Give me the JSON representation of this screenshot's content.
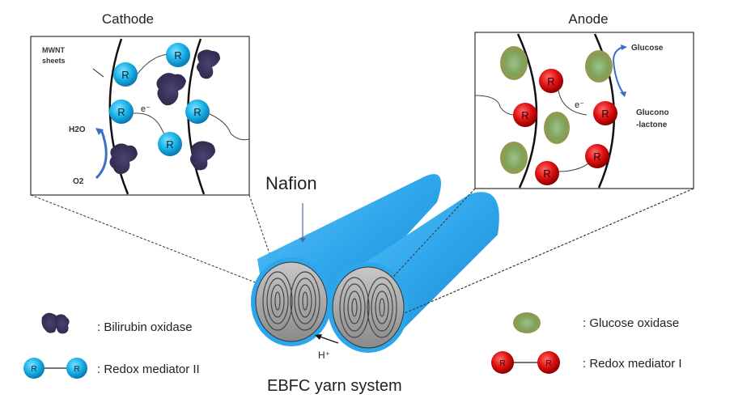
{
  "cathode": {
    "title": "Cathode",
    "mwnt_label_1": "MWNT",
    "mwnt_label_2": "sheets",
    "electron_label": "e⁻",
    "h2o_label": "H2O",
    "o2_label": "O2",
    "mediator_letter": "R"
  },
  "anode": {
    "title": "Anode",
    "glucose_label": "Glucose",
    "gluconolactone_label_1": "Glucono",
    "gluconolactone_label_2": "-lactone",
    "electron_label": "e⁻",
    "mediator_letter": "R"
  },
  "center": {
    "nafion_label": "Nafion",
    "proton_label": "H⁺",
    "caption": "EBFC yarn system"
  },
  "legend": {
    "bilirubin": ": Bilirubin oxidase",
    "mediator_ii": ": Redox mediator II",
    "glucose_oxidase": ": Glucose oxidase",
    "mediator_i": ": Redox mediator I",
    "mediator_letter": "R"
  },
  "colors": {
    "cyan_mediator": "#1ab3e8",
    "red_mediator": "#e01010",
    "bilirubin": "#3b3560",
    "glucose_oxidase": "#7fa35a",
    "nafion_blue": "#2ea6ec",
    "arrow_blue": "#3a6fc4"
  }
}
